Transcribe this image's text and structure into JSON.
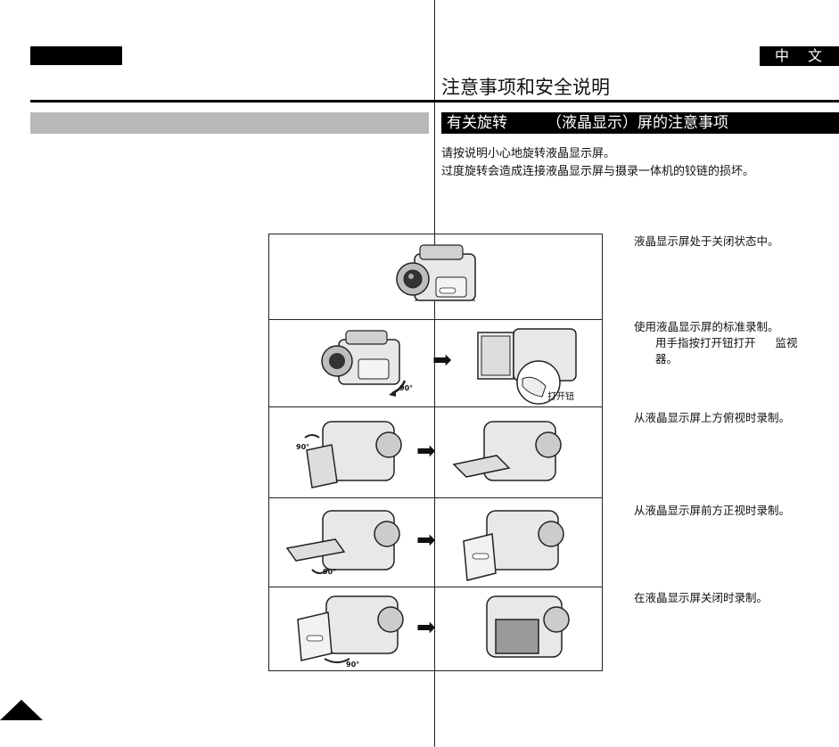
{
  "header": {
    "lang_label": "中 文",
    "page_title": "注意事项和安全说明"
  },
  "section": {
    "title_part1": "有关旋转",
    "title_part2": "（液晶显示）屏的注意事项",
    "intro_lines": [
      "请按说明小心地旋转液晶显示屏。",
      "过度旋转会造成连接液晶显示屏与摄录一体机的铰链的损坏。"
    ]
  },
  "figure": {
    "degree_label": "90°",
    "button_label": "打开钮"
  },
  "steps": [
    {
      "text": "液晶显示屏处于关闭状态中。"
    },
    {
      "text": "使用液晶显示屏的标准录制。",
      "sub1": "用手指按打开钮打开",
      "sub2": "监视",
      "sub3": "器。"
    },
    {
      "text": "从液晶显示屏上方俯视时录制。"
    },
    {
      "text": "从液晶显示屏前方正视时录制。"
    },
    {
      "text": "在液晶显示屏关闭时录制。"
    }
  ],
  "colors": {
    "black": "#000000",
    "gray_bar": "#b8b8b8"
  }
}
